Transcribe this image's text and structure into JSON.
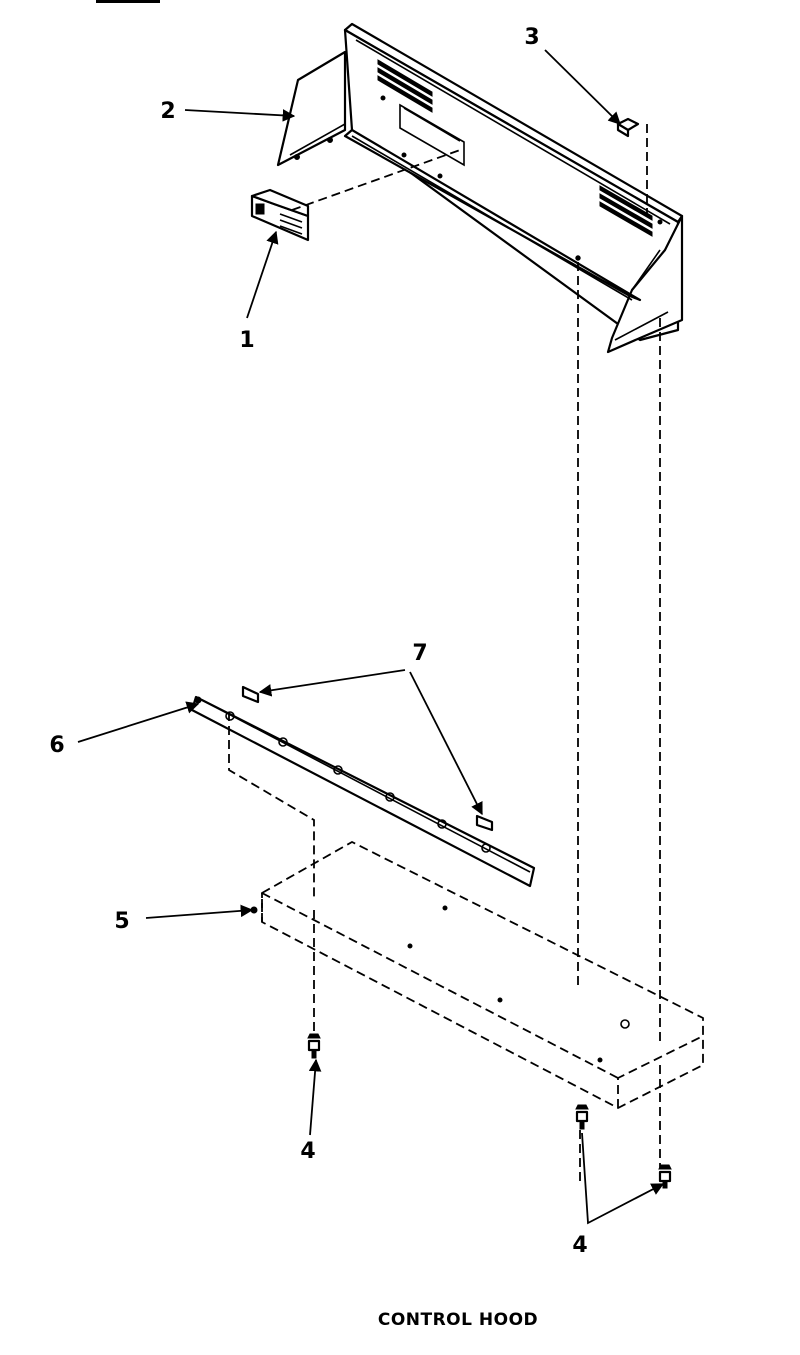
{
  "caption": "CONTROL HOOD",
  "callouts": {
    "c1": "1",
    "c2": "2",
    "c3": "3",
    "c4a": "4",
    "c4b": "4",
    "c5": "5",
    "c6": "6",
    "c7": "7"
  }
}
